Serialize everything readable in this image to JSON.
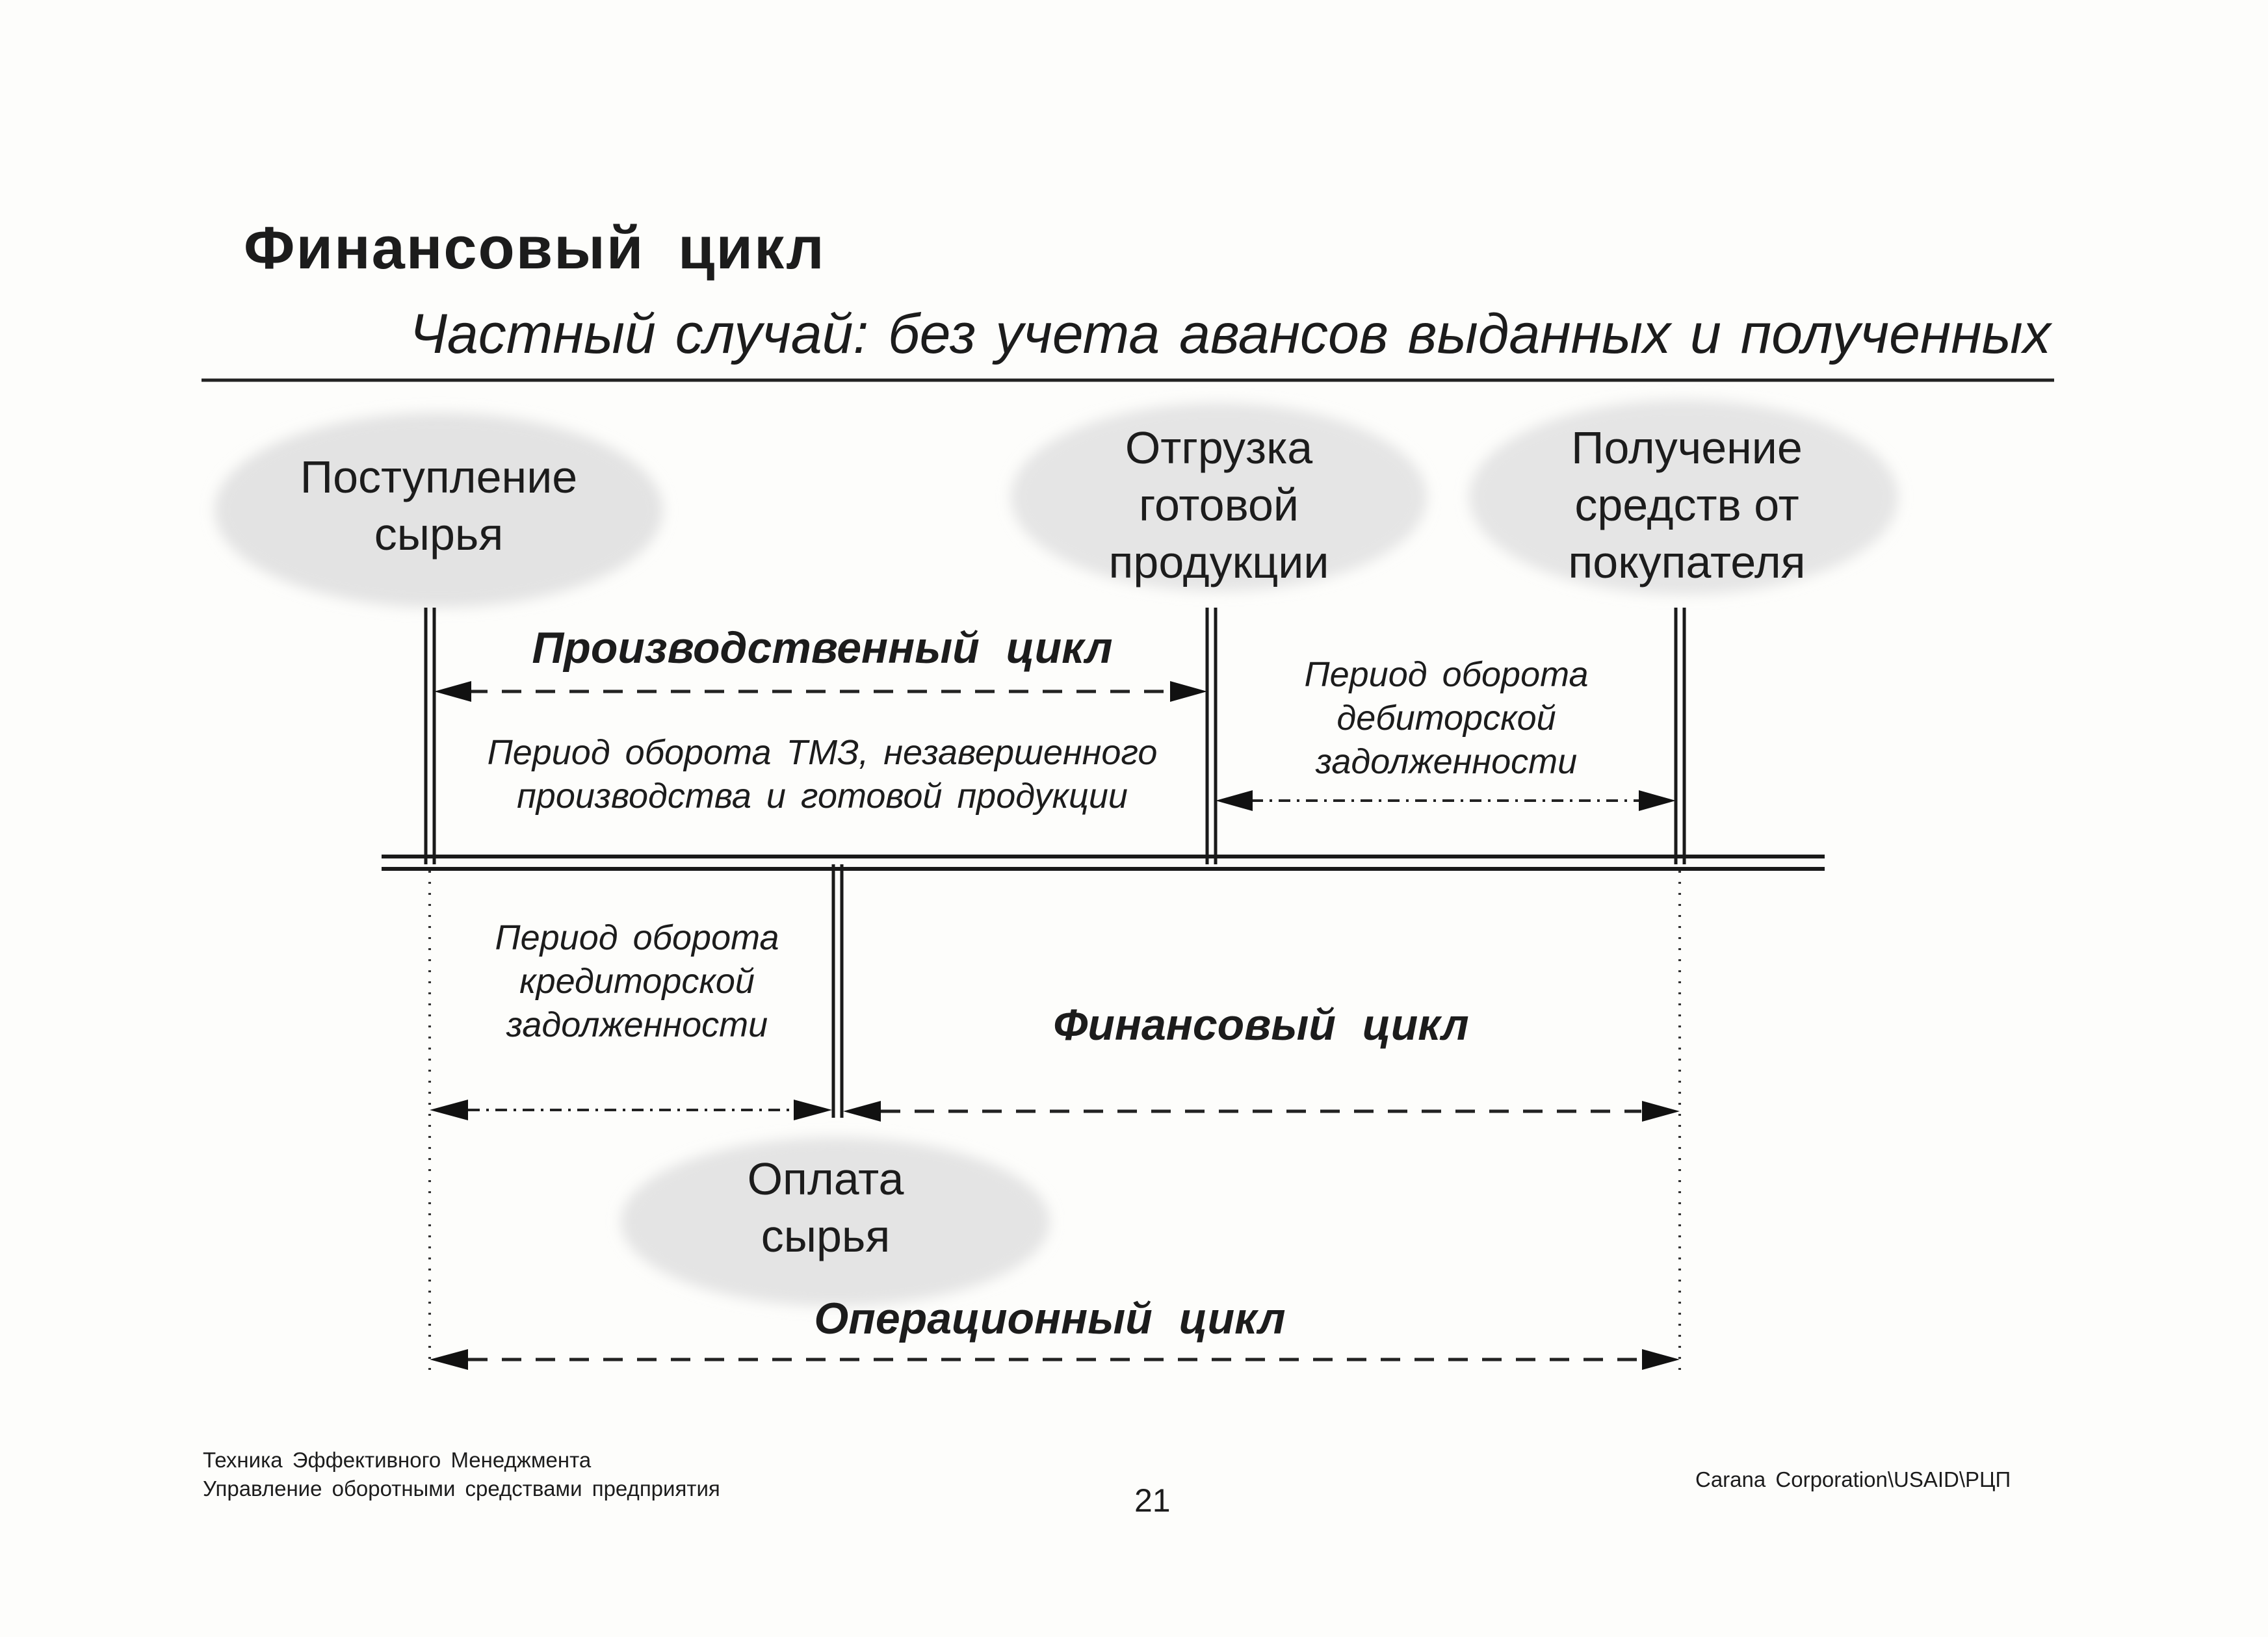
{
  "header": {
    "title": "Финансовый цикл",
    "subtitle": "Частный случай: без учета авансов выданных и полученных"
  },
  "diagram": {
    "nodes": {
      "raw_receipt": [
        "Поступление",
        "сырья"
      ],
      "shipment": [
        "Отгрузка",
        "готовой",
        "продукции"
      ],
      "payment_received": [
        "Получение",
        "средств от",
        "покупателя"
      ],
      "raw_payment": [
        "Оплата",
        "сырья"
      ]
    },
    "cycles": {
      "production": "Производственный цикл",
      "financial": "Финансовый цикл",
      "operating": "Операционный цикл"
    },
    "periods": {
      "inventory": [
        "Период оборота ТМЗ, незавершенного",
        "производства и готовой продукции"
      ],
      "receivables": [
        "Период оборота",
        "дебиторской",
        "задолженности"
      ],
      "payables": [
        "Период оборота",
        "кредиторской",
        "задолженности"
      ]
    }
  },
  "footer": {
    "left_line1": "Техника Эффективного Менеджмента",
    "left_line2": "Управление оборотными средствами предприятия",
    "page_number": "21",
    "right": "Carana Corporation\\USAID\\РЦП"
  }
}
